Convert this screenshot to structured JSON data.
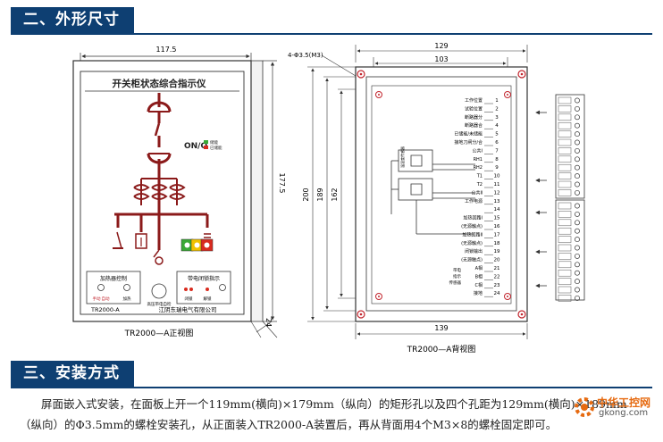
{
  "sections": {
    "outline_title": "二、外形尺寸",
    "install_title": "三、安装方式"
  },
  "front_view": {
    "panel_title": "开关柜状态综合指示仪",
    "dim_width": "117.5",
    "dim_height": "177.5",
    "dim_depth": "24",
    "caption": "TR2000—A正视图",
    "model_label": "TR2000-A",
    "company": "江阴东瑞电气有限公司",
    "btn_left_label": "加热器控制",
    "btn_left_sub_1": "手动",
    "btn_left_sub_2": "自动",
    "btn_left_sub_3": "自动",
    "btn_left_sub_4": "加热",
    "btn_mid_label": "高压带电自检",
    "btn_right_label": "带电闭锁指示",
    "btn_right_sub_1": "闭锁",
    "btn_right_sub_2": "解锁",
    "legend_1": "储能",
    "legend_2": "已储能",
    "onoff_label": "ON/O"
  },
  "back_view": {
    "hole_spec": "4-Φ3.5(M3)",
    "dim_top_outer": "129",
    "dim_top_inner": "103",
    "dim_bottom": "139",
    "dim_left_outer": "200",
    "dim_left_mid": "189",
    "dim_left_inner": "162",
    "caption": "TR2000—A背视图",
    "terminals": [
      {
        "label": "工作位置",
        "num": "1"
      },
      {
        "label": "试验位置",
        "num": "2"
      },
      {
        "label": "断路器分",
        "num": "3"
      },
      {
        "label": "断路器合",
        "num": "4"
      },
      {
        "label": "已储能/未储能",
        "num": "5"
      },
      {
        "label": "接地刀闸分/合",
        "num": "6"
      },
      {
        "label": "公共Ⅰ",
        "num": "7"
      },
      {
        "label": "RH1",
        "num": "8"
      },
      {
        "label": "RH2",
        "num": "9"
      },
      {
        "label": "T1",
        "num": "10"
      },
      {
        "label": "T2",
        "num": "11"
      },
      {
        "label": "公共Ⅱ",
        "num": "12"
      },
      {
        "label": "工作电源",
        "num": "13"
      },
      {
        "label": "",
        "num": "14"
      },
      {
        "label": "加热回路Ⅰ",
        "num": "15"
      },
      {
        "label": "(无源触点)",
        "num": "16"
      },
      {
        "label": "加热回路Ⅱ",
        "num": "17"
      },
      {
        "label": "(无源触点)",
        "num": "18"
      },
      {
        "label": "闭锁输出",
        "num": "19"
      },
      {
        "label": "(无源触点)",
        "num": "20"
      },
      {
        "label": "A相",
        "num": "21"
      },
      {
        "label": "B相",
        "num": "22"
      },
      {
        "label": "C相",
        "num": "23"
      },
      {
        "label": "接地",
        "num": "24"
      }
    ],
    "sensor_group_1": "带电",
    "sensor_group_2": "指示",
    "sensor_group_3": "传感器",
    "relay_label": "温湿度传感器"
  },
  "install_text": {
    "para_1": "屏面嵌入式安装，在面板上开一个119mm(横向)×179mm（纵向）的矩形孔以及四个孔距为129mm(横向)×189mm",
    "para_2": "（纵向）的Φ3.5mm的螺栓安装孔，从正面装入TR2000-A装置后，再从背面用4个M3×8的螺栓固定即可。"
  },
  "watermark": {
    "title": "中华工控网",
    "url": "gkong.com"
  },
  "colors": {
    "header_bg": "#0e3f72",
    "busbar": "#8b1a1a",
    "indicator_green": "#3aa935",
    "indicator_yellow": "#f2c200",
    "indicator_red": "#d92b1f",
    "hole_red": "#c2262e"
  }
}
